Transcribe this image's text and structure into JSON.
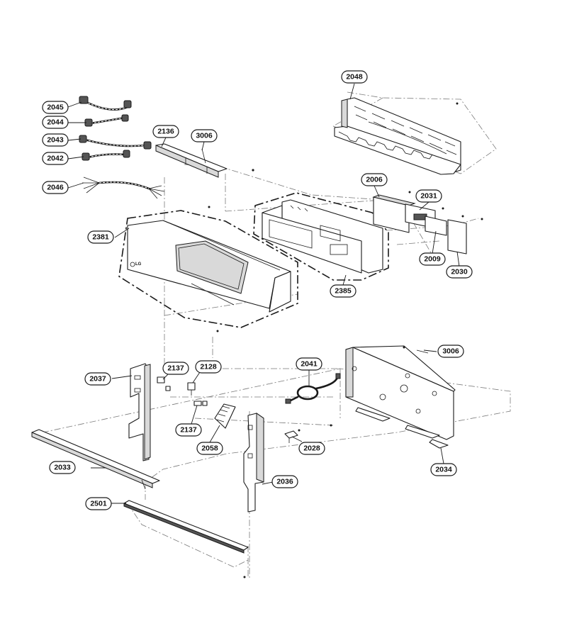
{
  "diagram": {
    "callouts": [
      {
        "id": "c2048",
        "label": "2048"
      },
      {
        "id": "c2045",
        "label": "2045"
      },
      {
        "id": "c2044",
        "label": "2044"
      },
      {
        "id": "c2043",
        "label": "2043"
      },
      {
        "id": "c2042",
        "label": "2042"
      },
      {
        "id": "c2046",
        "label": "2046"
      },
      {
        "id": "c2136",
        "label": "2136"
      },
      {
        "id": "c3006a",
        "label": "3006"
      },
      {
        "id": "c2006",
        "label": "2006"
      },
      {
        "id": "c2031",
        "label": "2031"
      },
      {
        "id": "c2381",
        "label": "2381"
      },
      {
        "id": "c2009",
        "label": "2009"
      },
      {
        "id": "c2030",
        "label": "2030"
      },
      {
        "id": "c2385",
        "label": "2385"
      },
      {
        "id": "c3006b",
        "label": "3006"
      },
      {
        "id": "c2041",
        "label": "2041"
      },
      {
        "id": "c2037",
        "label": "2037"
      },
      {
        "id": "c2137a",
        "label": "2137"
      },
      {
        "id": "c2128",
        "label": "2128"
      },
      {
        "id": "c2137b",
        "label": "2137"
      },
      {
        "id": "c2058",
        "label": "2058"
      },
      {
        "id": "c2028",
        "label": "2028"
      },
      {
        "id": "c2034",
        "label": "2034"
      },
      {
        "id": "c2033",
        "label": "2033"
      },
      {
        "id": "c2036",
        "label": "2036"
      },
      {
        "id": "c2501",
        "label": "2501"
      }
    ],
    "brand_mark": "LG"
  }
}
